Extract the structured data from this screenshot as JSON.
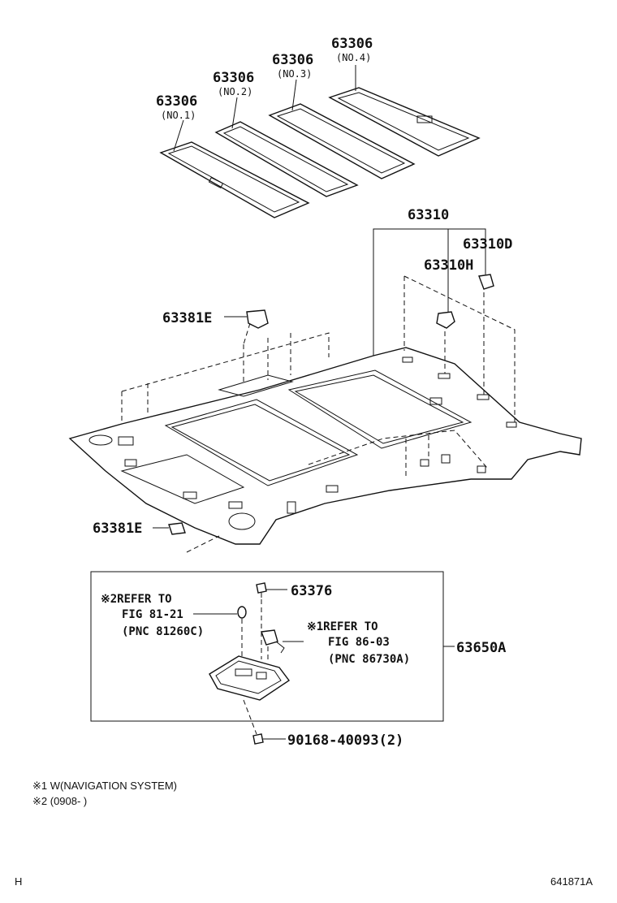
{
  "labels": {
    "p63306_1": "63306",
    "p63306_1_sub": "(NO.1)",
    "p63306_2": "63306",
    "p63306_2_sub": "(NO.2)",
    "p63306_3": "63306",
    "p63306_3_sub": "(NO.3)",
    "p63306_4": "63306",
    "p63306_4_sub": "(NO.4)",
    "p63310": "63310",
    "p63310d": "63310D",
    "p63310h": "63310H",
    "p63381e_top": "63381E",
    "p63381e_bottom": "63381E",
    "p63376": "63376",
    "p63650a": "63650A",
    "p90168": "90168-40093(2)"
  },
  "refs": {
    "ref1_line1": "※2REFER TO",
    "ref1_line2": "FIG 81-21",
    "ref1_line3": "(PNC 81260C)",
    "ref2_line1": "※1REFER TO",
    "ref2_line2": "FIG 86-03",
    "ref2_line3": "(PNC 86730A)"
  },
  "notes": {
    "note1": "※1  W(NAVIGATION SYSTEM)",
    "note2": "※2  (0908-    )"
  },
  "footer": {
    "left": "H",
    "right": "641871A"
  }
}
